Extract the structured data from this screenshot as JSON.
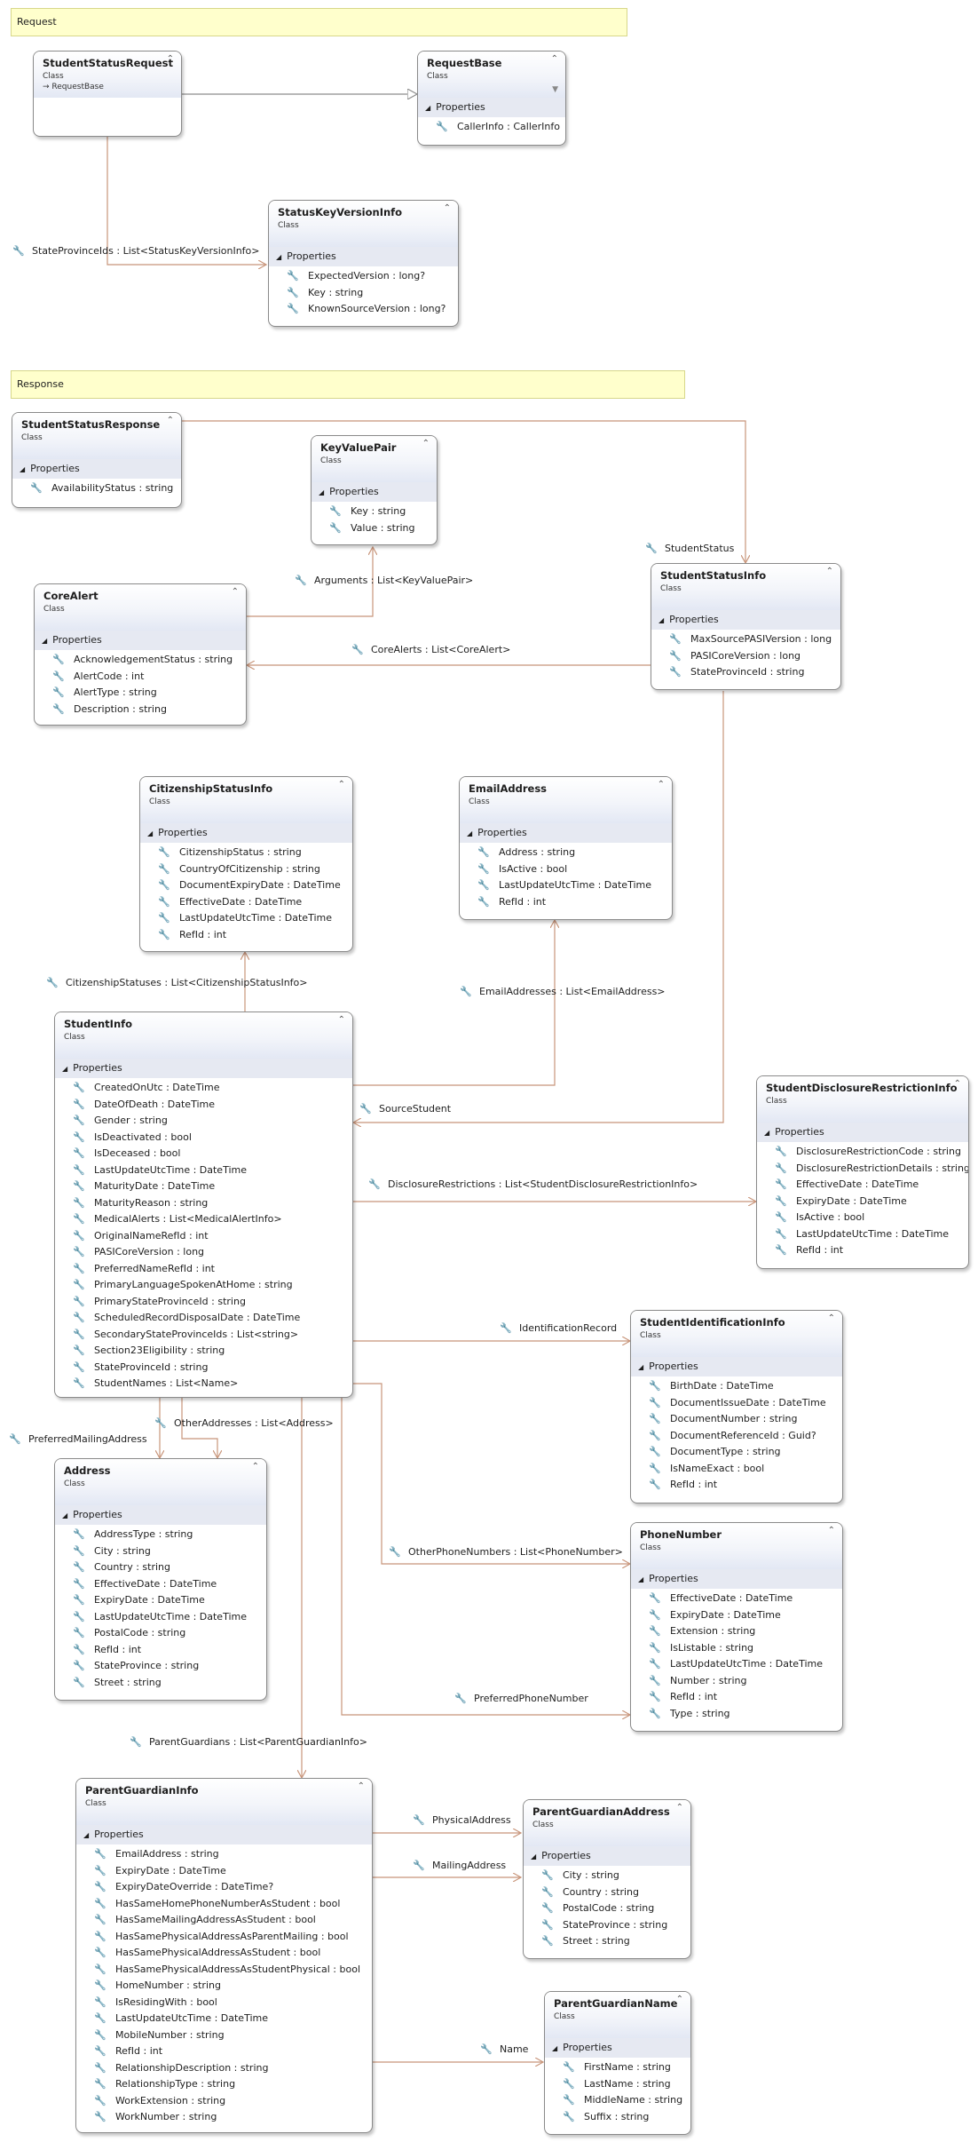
{
  "sections": {
    "request": "Request",
    "response": "Response"
  },
  "common": {
    "class_stereo": "Class",
    "properties_label": "Properties",
    "base_prefix": "→"
  },
  "classes": {
    "StudentStatusRequest": {
      "name": "StudentStatusRequest",
      "base": "RequestBase",
      "properties": []
    },
    "RequestBase": {
      "name": "RequestBase",
      "properties": [
        "CallerInfo : CallerInfo"
      ]
    },
    "StatusKeyVersionInfo": {
      "name": "StatusKeyVersionInfo",
      "properties": [
        "ExpectedVersion : long?",
        "Key : string",
        "KnownSourceVersion : long?"
      ]
    },
    "StudentStatusResponse": {
      "name": "StudentStatusResponse",
      "properties": [
        "AvailabilityStatus : string"
      ]
    },
    "KeyValuePair": {
      "name": "KeyValuePair",
      "properties": [
        "Key : string",
        "Value : string"
      ]
    },
    "CoreAlert": {
      "name": "CoreAlert",
      "properties": [
        "AcknowledgementStatus : string",
        "AlertCode : int",
        "AlertType : string",
        "Description : string"
      ]
    },
    "StudentStatusInfo": {
      "name": "StudentStatusInfo",
      "properties": [
        "MaxSourcePASIVersion : long",
        "PASICoreVersion : long",
        "StateProvinceId : string"
      ]
    },
    "CitizenshipStatusInfo": {
      "name": "CitizenshipStatusInfo",
      "properties": [
        "CitizenshipStatus : string",
        "CountryOfCitizenship : string",
        "DocumentExpiryDate : DateTime",
        "EffectiveDate : DateTime",
        "LastUpdateUtcTime : DateTime",
        "RefId : int"
      ]
    },
    "EmailAddress": {
      "name": "EmailAddress",
      "properties": [
        "Address : string",
        "IsActive : bool",
        "LastUpdateUtcTime : DateTime",
        "RefId : int"
      ]
    },
    "StudentInfo": {
      "name": "StudentInfo",
      "properties": [
        "CreatedOnUtc : DateTime",
        "DateOfDeath : DateTime",
        "Gender : string",
        "IsDeactivated : bool",
        "IsDeceased : bool",
        "LastUpdateUtcTime : DateTime",
        "MaturityDate : DateTime",
        "MaturityReason : string",
        "MedicalAlerts : List<MedicalAlertInfo>",
        "OriginalNameRefId : int",
        "PASICoreVersion : long",
        "PreferredNameRefId : int",
        "PrimaryLanguageSpokenAtHome : string",
        "PrimaryStateProvinceId : string",
        "ScheduledRecordDisposalDate : DateTime",
        "SecondaryStateProvinceIds : List<string>",
        "Section23Eligibility : string",
        "StateProvinceId : string",
        "StudentNames : List<Name>"
      ]
    },
    "StudentDisclosureRestrictionInfo": {
      "name": "StudentDisclosureRestrictionInfo",
      "properties": [
        "DisclosureRestrictionCode : string",
        "DisclosureRestrictionDetails : string",
        "EffectiveDate : DateTime",
        "ExpiryDate : DateTime",
        "IsActive : bool",
        "LastUpdateUtcTime : DateTime",
        "RefId : int"
      ]
    },
    "StudentIdentificationInfo": {
      "name": "StudentIdentificationInfo",
      "properties": [
        "BirthDate : DateTime",
        "DocumentIssueDate : DateTime",
        "DocumentNumber : string",
        "DocumentReferenceId : Guid?",
        "DocumentType : string",
        "IsNameExact : bool",
        "RefId : int"
      ]
    },
    "Address": {
      "name": "Address",
      "properties": [
        "AddressType : string",
        "City : string",
        "Country : string",
        "EffectiveDate : DateTime",
        "ExpiryDate : DateTime",
        "LastUpdateUtcTime : DateTime",
        "PostalCode : string",
        "RefId : int",
        "StateProvince : string",
        "Street : string"
      ]
    },
    "PhoneNumber": {
      "name": "PhoneNumber",
      "properties": [
        "EffectiveDate : DateTime",
        "ExpiryDate : DateTime",
        "Extension : string",
        "IsListable : string",
        "LastUpdateUtcTime : DateTime",
        "Number : string",
        "RefId : int",
        "Type : string"
      ]
    },
    "ParentGuardianInfo": {
      "name": "ParentGuardianInfo",
      "properties": [
        "EmailAddress : string",
        "ExpiryDate : DateTime",
        "ExpiryDateOverride : DateTime?",
        "HasSameHomePhoneNumberAsStudent : bool",
        "HasSameMailingAddressAsStudent : bool",
        "HasSamePhysicalAddressAsParentMailing : bool",
        "HasSamePhysicalAddressAsStudent : bool",
        "HasSamePhysicalAddressAsStudentPhysical : bool",
        "HomeNumber : string",
        "IsResidingWith : bool",
        "LastUpdateUtcTime : DateTime",
        "MobileNumber : string",
        "RefId : int",
        "RelationshipDescription : string",
        "RelationshipType : string",
        "WorkExtension : string",
        "WorkNumber : string"
      ]
    },
    "ParentGuardianAddress": {
      "name": "ParentGuardianAddress",
      "properties": [
        "City : string",
        "Country : string",
        "PostalCode : string",
        "StateProvince : string",
        "Street : string"
      ]
    },
    "ParentGuardianName": {
      "name": "ParentGuardianName",
      "properties": [
        "FirstName : string",
        "LastName : string",
        "MiddleName : string",
        "Suffix : string"
      ]
    }
  },
  "connectors": {
    "StateProvinceIds": "StateProvinceIds : List<StatusKeyVersionInfo>",
    "StudentStatus": "StudentStatus",
    "Arguments": "Arguments : List<KeyValuePair>",
    "CoreAlerts": "CoreAlerts : List<CoreAlert>",
    "CitizenshipStatuses": "CitizenshipStatuses : List<CitizenshipStatusInfo>",
    "EmailAddresses": "EmailAddresses : List<EmailAddress>",
    "SourceStudent": "SourceStudent",
    "DisclosureRestrictions": "DisclosureRestrictions : List<StudentDisclosureRestrictionInfo>",
    "IdentificationRecord": "IdentificationRecord",
    "PreferredMailingAddress": "PreferredMailingAddress",
    "OtherAddresses": "OtherAddresses : List<Address>",
    "OtherPhoneNumbers": "OtherPhoneNumbers : List<PhoneNumber>",
    "PreferredPhoneNumber": "PreferredPhoneNumber",
    "ParentGuardians": "ParentGuardians : List<ParentGuardianInfo>",
    "PhysicalAddress": "PhysicalAddress",
    "MailingAddress": "MailingAddress",
    "Name": "Name"
  },
  "colors": {
    "connector": "#c8957a",
    "inheritance": "#8c8c8c"
  },
  "icons": {
    "property": "wrench-icon",
    "collapse": "chevron-up-icon",
    "filter": "filter-icon",
    "inherit": "arrow-right-icon"
  }
}
